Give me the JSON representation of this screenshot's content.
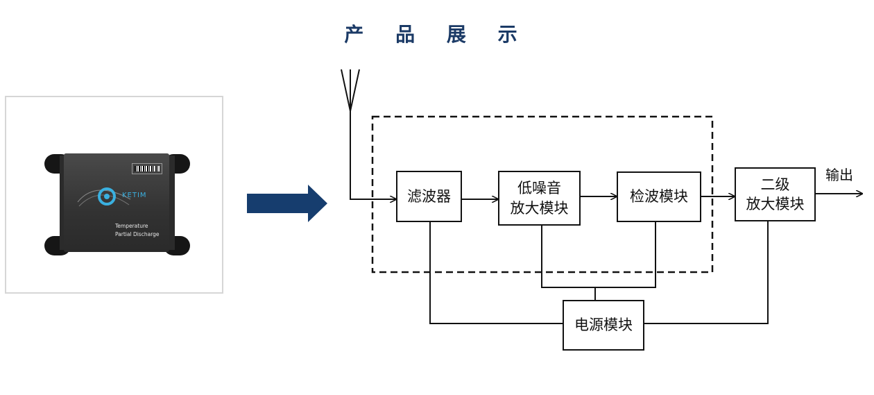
{
  "title": "产 品 展 示",
  "device": {
    "logo": "KETIM",
    "line1": "Temperature",
    "line2": "Partial Discharge"
  },
  "diagram": {
    "blocks": {
      "filter": "滤波器",
      "lna_line1": "低噪音",
      "lna_line2": "放大模块",
      "detector": "检波模块",
      "amp2_line1": "二级",
      "amp2_line2": "放大模块",
      "power": "电源模块"
    },
    "output_label": "输出"
  },
  "colors": {
    "title": "#1b3a66",
    "arrow": "#163d6e",
    "line": "#111111"
  }
}
